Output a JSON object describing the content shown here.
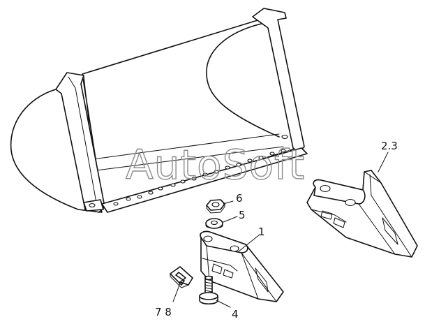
{
  "watermark": "AutoSoft",
  "callouts": {
    "c1": "1",
    "c23": "2.3",
    "c4": "4",
    "c5": "5",
    "c6": "6",
    "c78": "7 8"
  }
}
